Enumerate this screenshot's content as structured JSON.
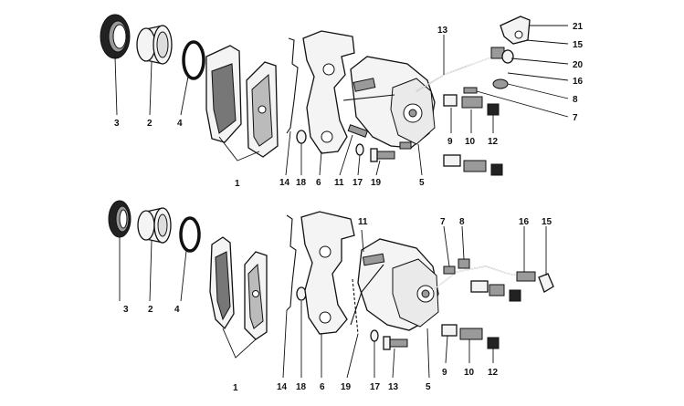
{
  "diagram": {
    "top_assembly_callouts": [
      "3",
      "2",
      "4",
      "1",
      "14",
      "18",
      "6",
      "11",
      "17",
      "19",
      "5",
      "9",
      "10",
      "12",
      "13",
      "21",
      "15",
      "20",
      "16",
      "8",
      "7"
    ],
    "bottom_assembly_callouts": [
      "3",
      "2",
      "4",
      "1",
      "14",
      "18",
      "6",
      "11",
      "19",
      "17",
      "13",
      "5",
      "9",
      "10",
      "12",
      "7",
      "8",
      "16",
      "15"
    ]
  }
}
